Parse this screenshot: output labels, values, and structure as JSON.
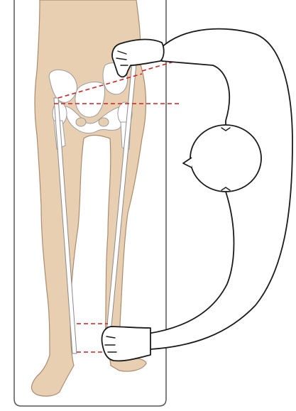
{
  "colors": {
    "skin": "#e9cfb1",
    "skin_outline": "#a98c6f",
    "bone": "#ffffff",
    "bone_outline": "#9c9c9c",
    "examiner_fill": "#ffffff",
    "examiner_outline": "#1a1a1a",
    "measure_line": "#cc2222",
    "tape": "#ffffff",
    "table_outline": "#555555"
  },
  "icons": {
    "patient": "supine-patient-legs",
    "pelvis": "pelvis-bone",
    "examiner": "examiner-top-view",
    "tape": "measuring-tape"
  }
}
